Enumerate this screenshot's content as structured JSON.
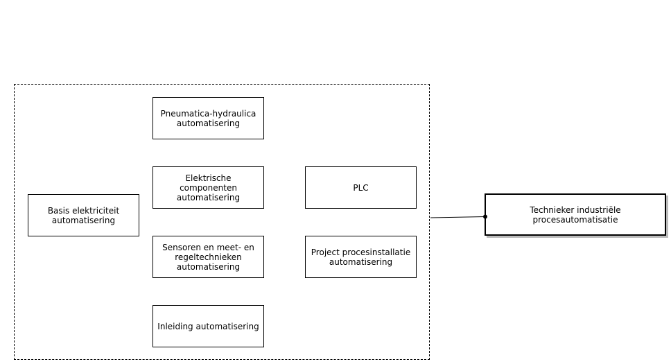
{
  "diagram": {
    "group_label": "",
    "modules": {
      "pneumatica": "Pneumatica-hydraulica\nautomatisering",
      "elektrische": "Elektrische componenten\nautomatisering",
      "sensoren": "Sensoren en meet- en\nregeltechnieken\nautomatisering",
      "inleiding": "Inleiding automatisering",
      "basis": "Basis elektriciteit\nautomatisering",
      "plc": "PLC",
      "project": "Project procesinstallatie\nautomatisering"
    },
    "outcome": "Technieker industriële\nprocesautomatisatie",
    "connector": {
      "from": "module-group",
      "to": "outcome-node"
    },
    "colors": {
      "stroke": "#000000",
      "shadow": "#bbbbbb",
      "background": "#ffffff"
    }
  }
}
